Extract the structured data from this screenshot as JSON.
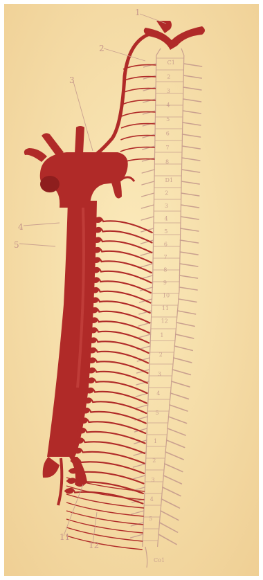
{
  "figure": {
    "colors": {
      "paper": "#f7e2ad",
      "paper_edge": "#eec98e",
      "border": "#ffffff",
      "artery": "#b02a28",
      "artery_dark": "#8e1e1e",
      "artery_light": "#cc4a45",
      "pencil": "#c9a08f"
    },
    "callouts": [
      "1",
      "2",
      "3",
      "4",
      "5",
      "11",
      "12"
    ],
    "cervical_segments": [
      "C1",
      "2",
      "3",
      "4",
      "5",
      "6",
      "7",
      "8"
    ],
    "thoracic_segments": [
      "D1",
      "2",
      "3",
      "4",
      "5",
      "6",
      "7",
      "8",
      "9",
      "10",
      "11",
      "12"
    ],
    "lumbar_segments": [
      "1",
      "2",
      "3",
      "4",
      "5"
    ],
    "sacral_segments": [
      "1",
      "2",
      "3",
      "4",
      "5"
    ],
    "coccygeal_label": "Co1"
  }
}
